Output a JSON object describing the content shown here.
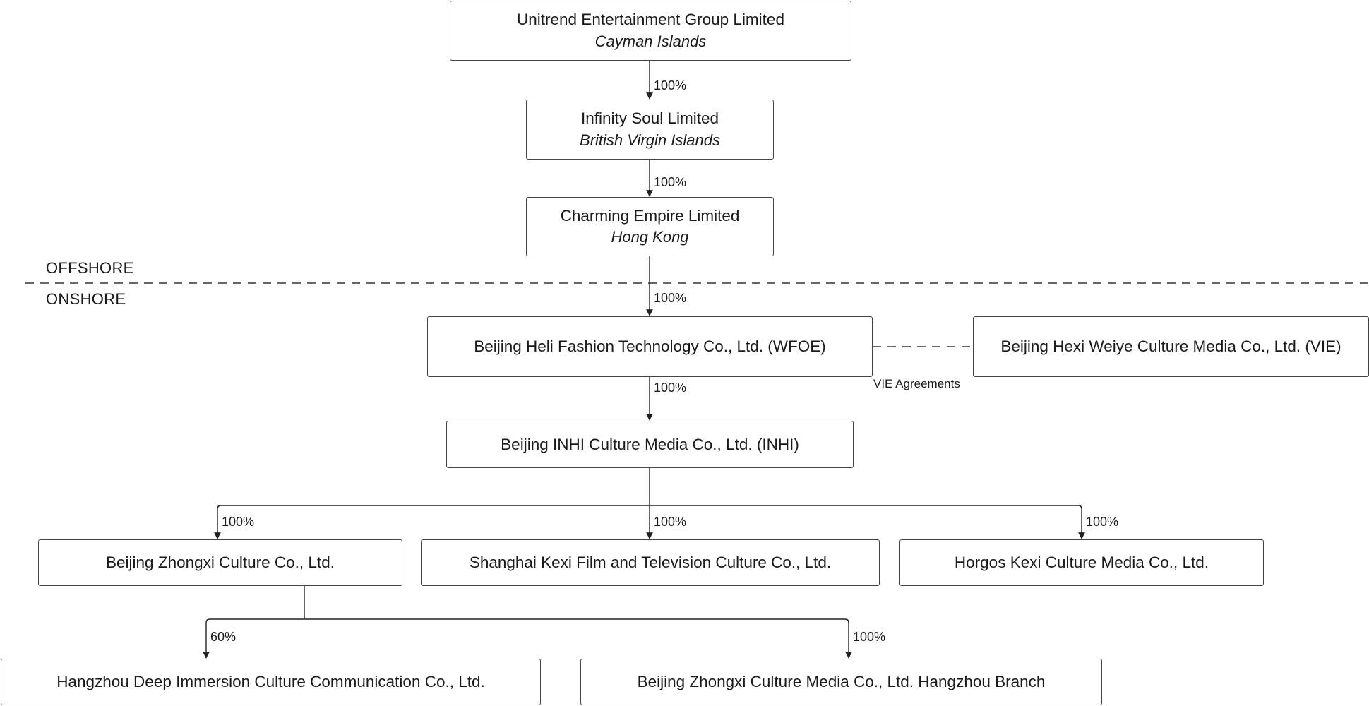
{
  "zones": {
    "offshore": "OFFSHORE",
    "onshore": "ONSHORE"
  },
  "nodes": {
    "unitrend": {
      "name": "Unitrend Entertainment Group Limited",
      "jurisdiction": "Cayman Islands"
    },
    "infinity": {
      "name": "Infinity Soul Limited",
      "jurisdiction": "British Virgin Islands"
    },
    "charming": {
      "name": "Charming Empire Limited",
      "jurisdiction": "Hong Kong"
    },
    "wfoe": {
      "name": "Beijing Heli Fashion Technology Co., Ltd. (WFOE)"
    },
    "vie": {
      "name": "Beijing Hexi Weiye Culture Media Co., Ltd. (VIE)"
    },
    "inhi": {
      "name": "Beijing INHI Culture Media Co., Ltd. (INHI)"
    },
    "zhongxi": {
      "name": "Beijing Zhongxi Culture Co., Ltd."
    },
    "shanghai": {
      "name": "Shanghai Kexi Film and Television Culture Co., Ltd."
    },
    "horgos": {
      "name": "Horgos Kexi Culture Media Co., Ltd."
    },
    "hangzhou_deep": {
      "name": "Hangzhou Deep Immersion Culture Communication Co., Ltd."
    },
    "hangzhou_branch": {
      "name": "Beijing Zhongxi Culture Media Co., Ltd. Hangzhou Branch"
    }
  },
  "edges": {
    "unitrend_infinity": "100%",
    "infinity_charming": "100%",
    "charming_wfoe": "100%",
    "wfoe_inhi": "100%",
    "inhi_zhongxi": "100%",
    "inhi_shanghai": "100%",
    "inhi_horgos": "100%",
    "zhongxi_hangzhou_deep": "60%",
    "zhongxi_hangzhou_branch": "100%"
  },
  "vie_agreements_label": "VIE Agreements"
}
